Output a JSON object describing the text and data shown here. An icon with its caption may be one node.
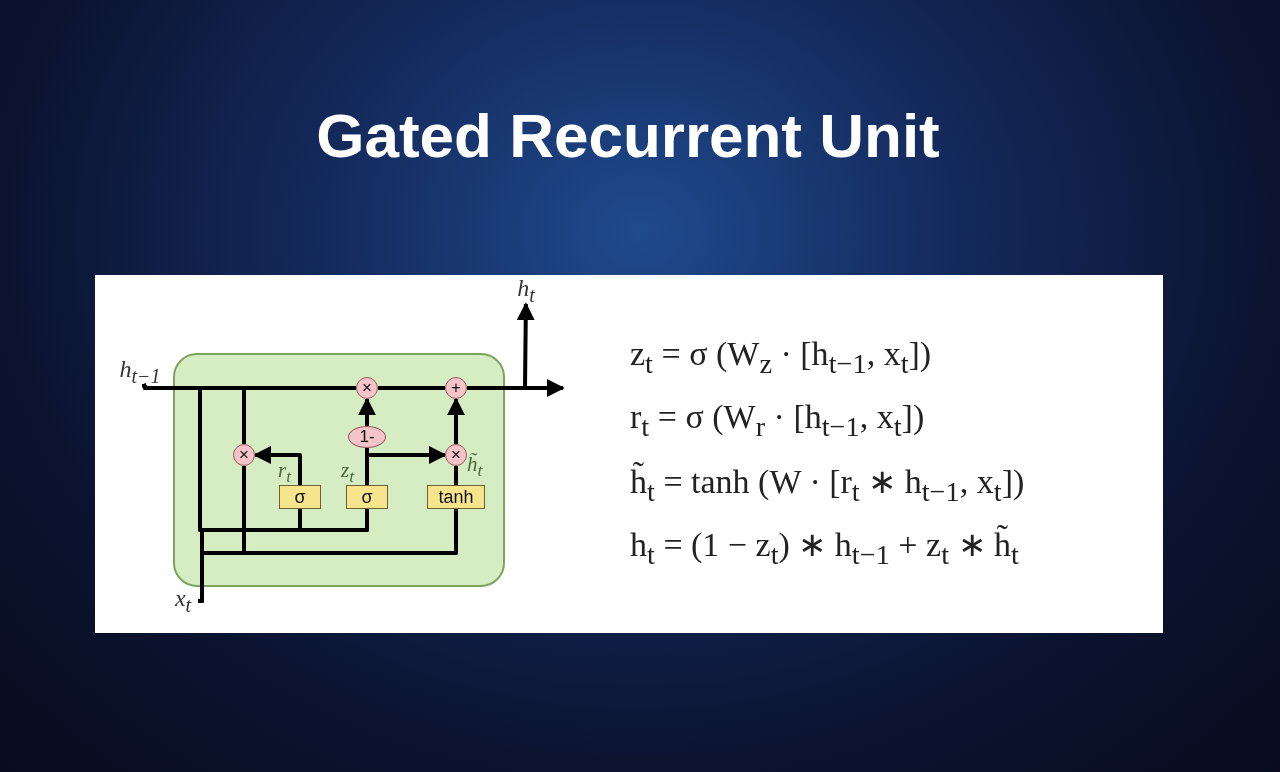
{
  "diagram": {
    "title": "Gated Recurrent Unit",
    "nodes": [
      {
        "text": [],
        "shape": "box"
      },
      {
        "text": [
          "h$_{t−1}$"
        ]
      },
      {
        "text": [
          "x$_{t}$"
        ]
      },
      {
        "text": [
          "h$_{t}$"
        ]
      },
      {
        "text": [
          "×"
        ],
        "in": 0
      },
      {
        "text": [
          "+"
        ],
        "in": 0
      },
      {
        "text": [
          "1-"
        ],
        "in": 0
      },
      {
        "text": [
          "×"
        ],
        "in": 0
      },
      {
        "text": [
          "×"
        ],
        "in": 0
      },
      {
        "text": [
          "σ"
        ],
        "in": 0,
        "beside": [
          "r$_{t}$"
        ]
      },
      {
        "text": [
          "σ"
        ],
        "in": 0,
        "beside": [
          "z$_{t}$"
        ]
      },
      {
        "text": [
          "tanh"
        ],
        "in": 0,
        "beside": [
          "h̃$_{t}$"
        ]
      }
    ],
    "edges": [
      {
        "from": 1,
        "to": 4,
        "arrow": "none"
      },
      {
        "from": 4,
        "to": 5,
        "arrow": "none"
      },
      {
        "from": 5,
        "to": 3,
        "arrow": "to"
      },
      {
        "from": 5,
        "to": null,
        "arrow": "to"
      },
      {
        "from": 1,
        "to": 9,
        "arrow": "none"
      },
      {
        "from": 1,
        "to": 10,
        "arrow": "none"
      },
      {
        "from": 2,
        "to": 9,
        "arrow": "none"
      },
      {
        "from": 2,
        "to": 10,
        "arrow": "none"
      },
      {
        "from": 1,
        "to": 7,
        "arrow": "none"
      },
      {
        "from": 7,
        "to": 11,
        "arrow": "none"
      },
      {
        "from": 2,
        "to": 11,
        "arrow": "none"
      },
      {
        "from": 9,
        "to": 7,
        "arrow": "to"
      },
      {
        "from": 10,
        "to": 6,
        "arrow": "none"
      },
      {
        "from": 6,
        "to": 4,
        "arrow": "to"
      },
      {
        "from": 10,
        "to": 8,
        "arrow": "to"
      },
      {
        "from": 11,
        "to": 8,
        "arrow": "none"
      },
      {
        "from": 8,
        "to": 5,
        "arrow": "to"
      }
    ],
    "labels": [
      "z$_{t}$ = σ (W$_{z}$ · [h$_{t−1}$, x$_{t}$])",
      "r$_{t}$ = σ (W$_{r}$ · [h$_{t−1}$, x$_{t}$])",
      "h̃$_{t}$ = tanh (W · [r$_{t}$ ∗ h$_{t−1}$, x$_{t}$])",
      "h$_{t}$ = (1 − z$_{t}$) ∗ h$_{t−1}$ + z$_{t}$ ∗ h̃$_{t}$"
    ]
  }
}
